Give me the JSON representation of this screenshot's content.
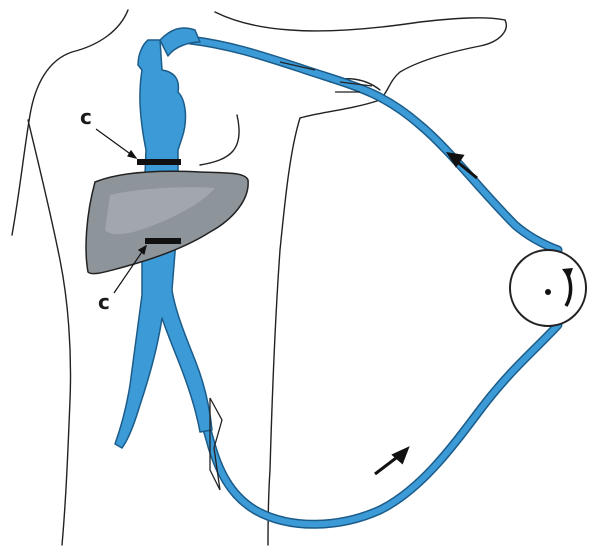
{
  "labels": {
    "clamp_upper": "c",
    "clamp_lower": "c"
  },
  "colors": {
    "vessel": "#3c9ad6",
    "vessel_outline": "#1c5c8a",
    "liver": "#8e959a",
    "outline": "#1a1a1a",
    "background": "#ffffff"
  },
  "icons": {
    "pump": "circle-with-curved-arrow",
    "flow": "straight-arrow"
  }
}
